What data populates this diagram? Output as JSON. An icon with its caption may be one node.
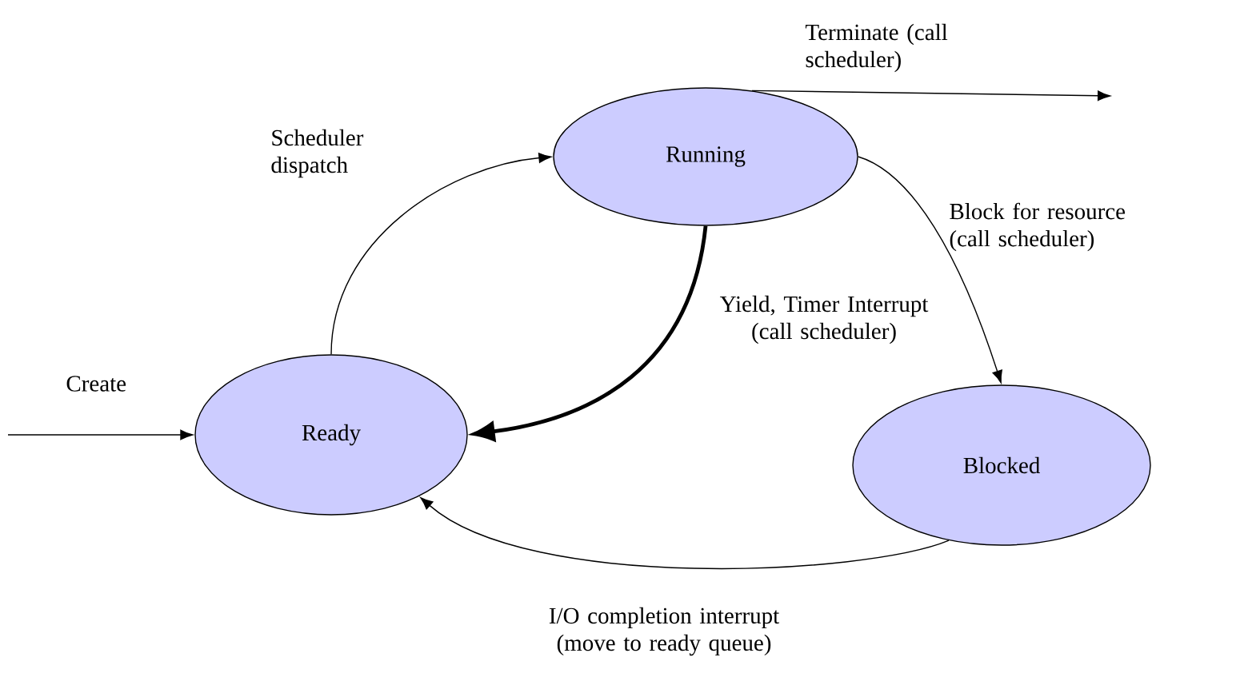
{
  "diagram": {
    "nodes": [
      {
        "text": [
          "Running"
        ]
      },
      {
        "text": [
          "Ready"
        ]
      },
      {
        "text": [
          "Blocked"
        ]
      }
    ],
    "edges": [
      {
        "from": null,
        "to": 1,
        "arrow": "to",
        "label": "Create"
      },
      {
        "from": 1,
        "to": 0,
        "arrow": "to",
        "label": "Scheduler dispatch"
      },
      {
        "from": 0,
        "to": 1,
        "arrow": "to",
        "label": "Yield, Timer Interrupt (call scheduler)",
        "style": "thick"
      },
      {
        "from": 0,
        "to": 2,
        "arrow": "to",
        "label": "Block for resource (call scheduler)"
      },
      {
        "from": 2,
        "to": 1,
        "arrow": "to",
        "label": "I/O completion interrupt (move to ready queue)"
      },
      {
        "from": 0,
        "to": null,
        "arrow": "to",
        "label": "Terminate (call scheduler)"
      }
    ]
  }
}
